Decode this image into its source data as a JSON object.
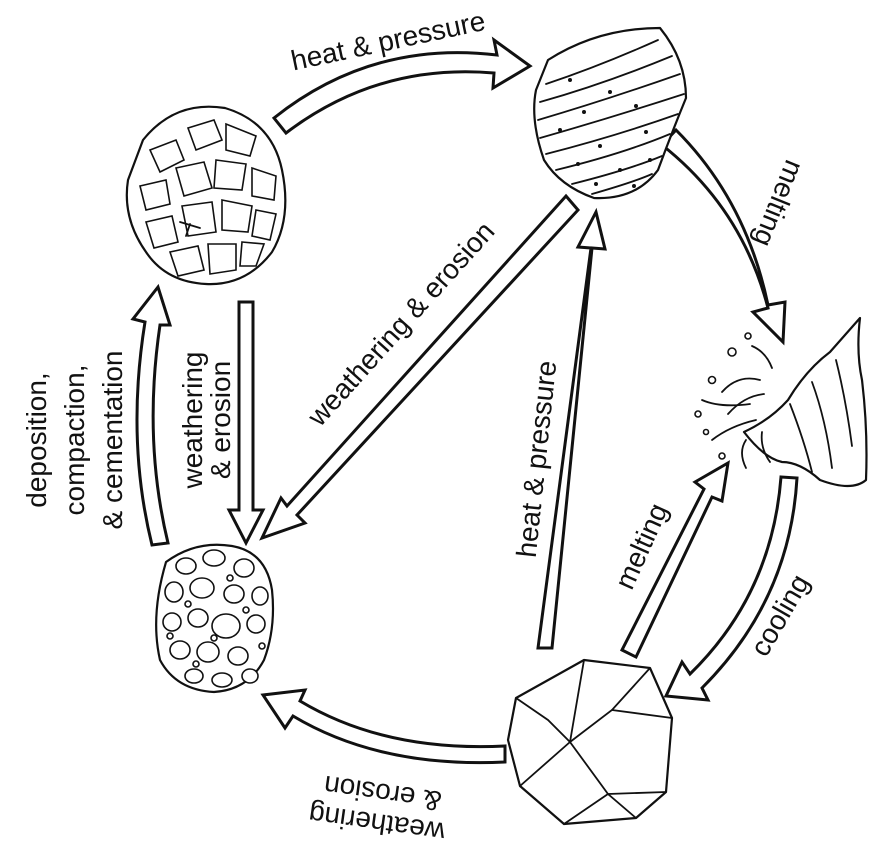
{
  "labels": {
    "top_heat_pressure": "heat & pressure",
    "right_melting": "melting",
    "center_weathering_erosion": "weathering & erosion",
    "left_weathering_erosion_line1": "weathering",
    "left_weathering_erosion_line2": "& erosion",
    "left_process_line1": "deposition,",
    "left_process_line2": "compaction,",
    "left_process_line3": "& cementation",
    "center_heat_pressure": "heat & pressure",
    "inner_melting": "melting",
    "right_cooling": "cooling",
    "bottom_weathering_line1": "weathering",
    "bottom_weathering_line2": "& erosion"
  }
}
